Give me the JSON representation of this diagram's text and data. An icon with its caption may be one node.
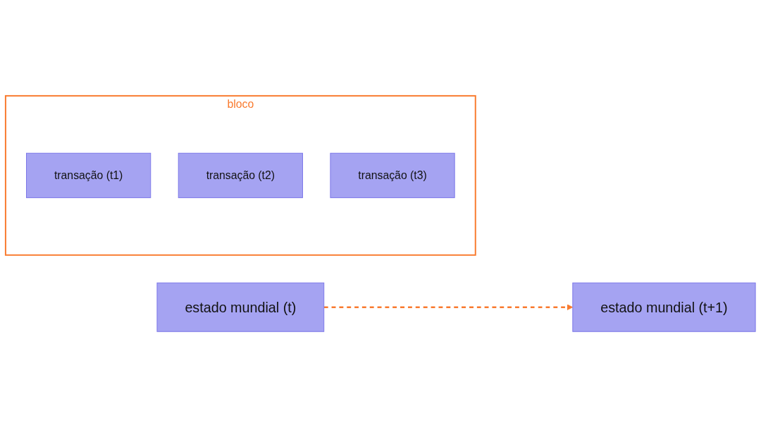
{
  "diagram": {
    "nodes": [
      {
        "text": [
          "estado mundial (t)"
        ]
      },
      {
        "text": [
          "bloco"
        ]
      },
      {
        "text": [
          "transação (t1)"
        ],
        "in": 1
      },
      {
        "text": [
          "transação (t2)"
        ],
        "in": 1
      },
      {
        "text": [
          "transação (t3)"
        ],
        "in": 1
      },
      {
        "text": [
          "estado mundial (t+1)"
        ]
      }
    ],
    "edges": [
      {
        "from": 0,
        "to": 5,
        "arrow": "to",
        "style": "dashed",
        "color": "#f97a2e"
      }
    ]
  }
}
